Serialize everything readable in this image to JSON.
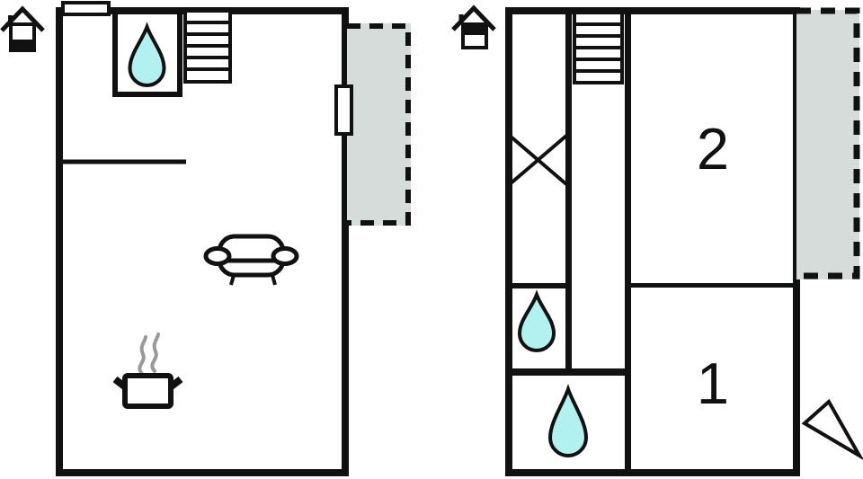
{
  "colors": {
    "wall": "#111111",
    "water": "#b1f1f0",
    "terrace": "#d5dcda",
    "steam": "#999999",
    "paper": "#ffffff"
  },
  "rooms": {
    "bedroom1": {
      "label": "1"
    },
    "bedroom2": {
      "label": "2"
    }
  },
  "icons": {
    "ground_floor": [
      "house-level-ground-icon",
      "chimney-icon",
      "water-drop-icon",
      "staircase-icon",
      "window-icon",
      "terrace-area",
      "sofa-icon",
      "cooking-pot-icon",
      "steam-icon"
    ],
    "upper_floor": [
      "house-level-upper-icon",
      "staircase-icon",
      "wardrobe-cross-icon",
      "water-drop-icon",
      "water-drop-icon",
      "terrace-area",
      "north-arrow-icon"
    ]
  }
}
